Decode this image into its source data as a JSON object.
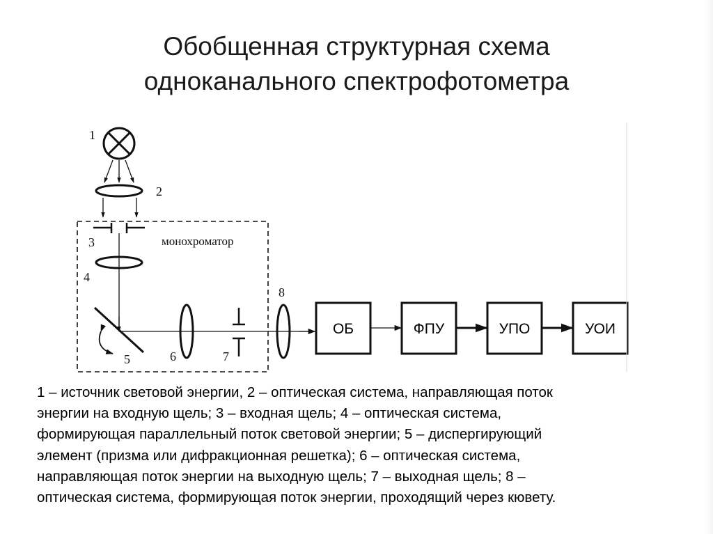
{
  "title": {
    "line1": "Обобщенная структурная схема",
    "line2": "одноканального спектрофотометра"
  },
  "diagram": {
    "labels": {
      "n1": "1",
      "n2": "2",
      "n3": "3",
      "n4": "4",
      "n5": "5",
      "n6": "6",
      "n7": "7",
      "n8": "8"
    },
    "monochromator_label": "монохроматор",
    "blocks": {
      "ob": "ОБ",
      "fpu": "ФПУ",
      "upo": "УПО",
      "uoi": "УОИ"
    }
  },
  "caption": {
    "line1": "1  – источник световой энергии, 2 – оптическая система, направляющая поток",
    "line2": "энергии на входную щель; 3 – входная щель; 4 – оптическая система,",
    "line3": "формирующая параллельный поток световой энергии; 5 – диспергирующий",
    "line4": "элемент (призма или дифракционная решетка); 6 – оптическая система,",
    "line5": "направляющая поток энергии на выходную щель; 7 – выходная щель; 8 –",
    "line6": "оптическая система, формирующая поток энергии, проходящий через кювету."
  }
}
